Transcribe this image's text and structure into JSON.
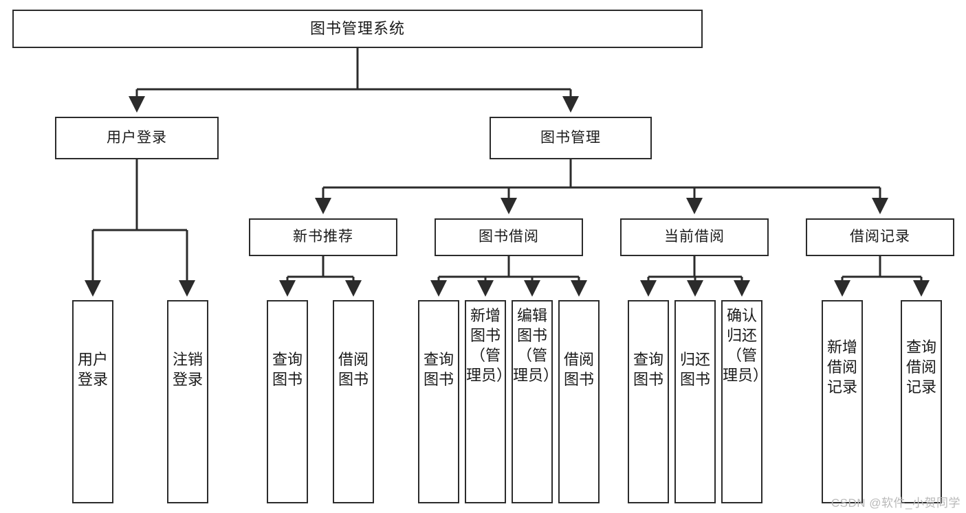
{
  "diagram": {
    "title": "图书管理系统",
    "type": "tree-hierarchy-chart",
    "colors": {
      "box_border": "#2b2b2b",
      "box_fill": "#ffffff",
      "edge": "#2b2b2b",
      "text": "#1a1a1a",
      "watermark": "#b9b9b9",
      "background": "#ffffff"
    }
  },
  "root": {
    "label": "图书管理系统"
  },
  "level1": [
    {
      "label": "用户登录"
    },
    {
      "label": "图书管理"
    }
  ],
  "level2": [
    {
      "label": "新书推荐"
    },
    {
      "label": "图书借阅"
    },
    {
      "label": "当前借阅"
    },
    {
      "label": "借阅记录"
    }
  ],
  "leaves": {
    "user_login": [
      {
        "label": "用户登录"
      },
      {
        "label": "注销登录"
      }
    ],
    "new_book_recommend": [
      {
        "label": "查询图书"
      },
      {
        "label": "借阅图书"
      }
    ],
    "book_borrow": [
      {
        "label": "查询图书"
      },
      {
        "label": "新增图书（管理员）"
      },
      {
        "label": "编辑图书（管理员）"
      },
      {
        "label": "借阅图书"
      }
    ],
    "current_borrow": [
      {
        "label": "查询图书"
      },
      {
        "label": "归还图书"
      },
      {
        "label": "确认归还（管理员）"
      }
    ],
    "borrow_record": [
      {
        "label": "新增借阅记录"
      },
      {
        "label": "查询借阅记录"
      }
    ]
  },
  "watermark": {
    "text": "CSDN @软件_小贺同学"
  }
}
